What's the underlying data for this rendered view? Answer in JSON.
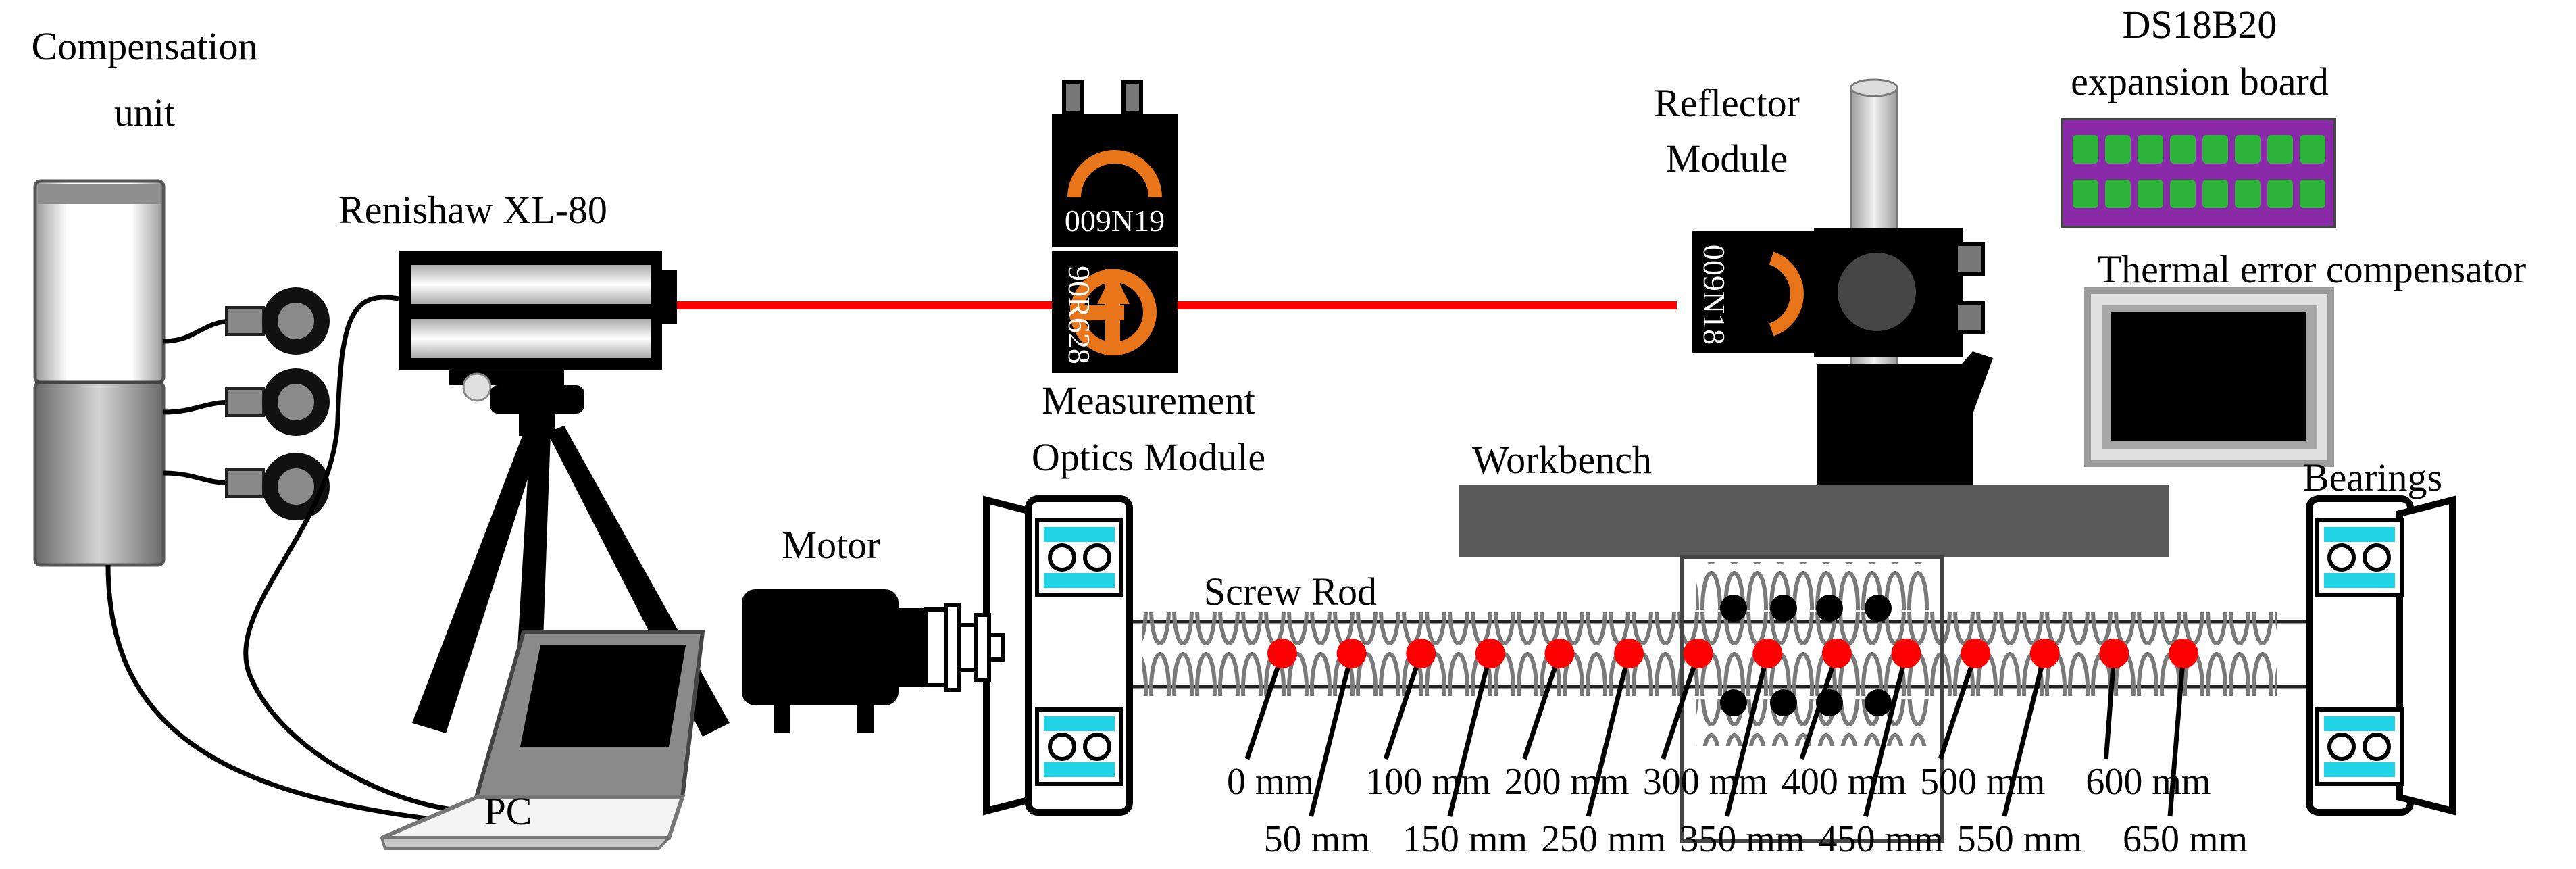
{
  "labels": {
    "compensation_unit_1": "Compensation",
    "compensation_unit_2": "unit",
    "renishaw": "Renishaw XL-80",
    "measurement_optics_1": "Measurement",
    "measurement_optics_2": "Optics Module",
    "reflector_1": "Reflector",
    "reflector_2": "Module",
    "ds18b20_1": "DS18B20",
    "ds18b20_2": "expansion board",
    "thermal_compensator": "Thermal error compensator",
    "workbench": "Workbench",
    "bearings": "Bearings",
    "motor": "Motor",
    "screw_rod": "Screw Rod",
    "pc": "PC"
  },
  "serials": {
    "optic_top": "009N19",
    "optic_bottom": "90R628",
    "reflector": "009N18"
  },
  "sensors": [
    {
      "label": "0 mm",
      "row": "top"
    },
    {
      "label": "50 mm",
      "row": "bottom"
    },
    {
      "label": "100 mm",
      "row": "top"
    },
    {
      "label": "150 mm",
      "row": "bottom"
    },
    {
      "label": "200 mm",
      "row": "top"
    },
    {
      "label": "250 mm",
      "row": "bottom"
    },
    {
      "label": "300 mm",
      "row": "top"
    },
    {
      "label": "350 mm",
      "row": "bottom"
    },
    {
      "label": "400 mm",
      "row": "top"
    },
    {
      "label": "450 mm",
      "row": "bottom"
    },
    {
      "label": "500 mm",
      "row": "top"
    },
    {
      "label": "550 mm",
      "row": "bottom"
    },
    {
      "label": "600 mm",
      "row": "top"
    },
    {
      "label": "650 mm",
      "row": "bottom"
    }
  ],
  "colors": {
    "laser": "#ff0000",
    "sensor": "#ff0000",
    "optic_orange": "#e8751a",
    "board_purple": "#8a2aa8",
    "board_chip": "#2db33a",
    "bearing_cyan": "#22d3e6",
    "workbench": "#595959"
  }
}
